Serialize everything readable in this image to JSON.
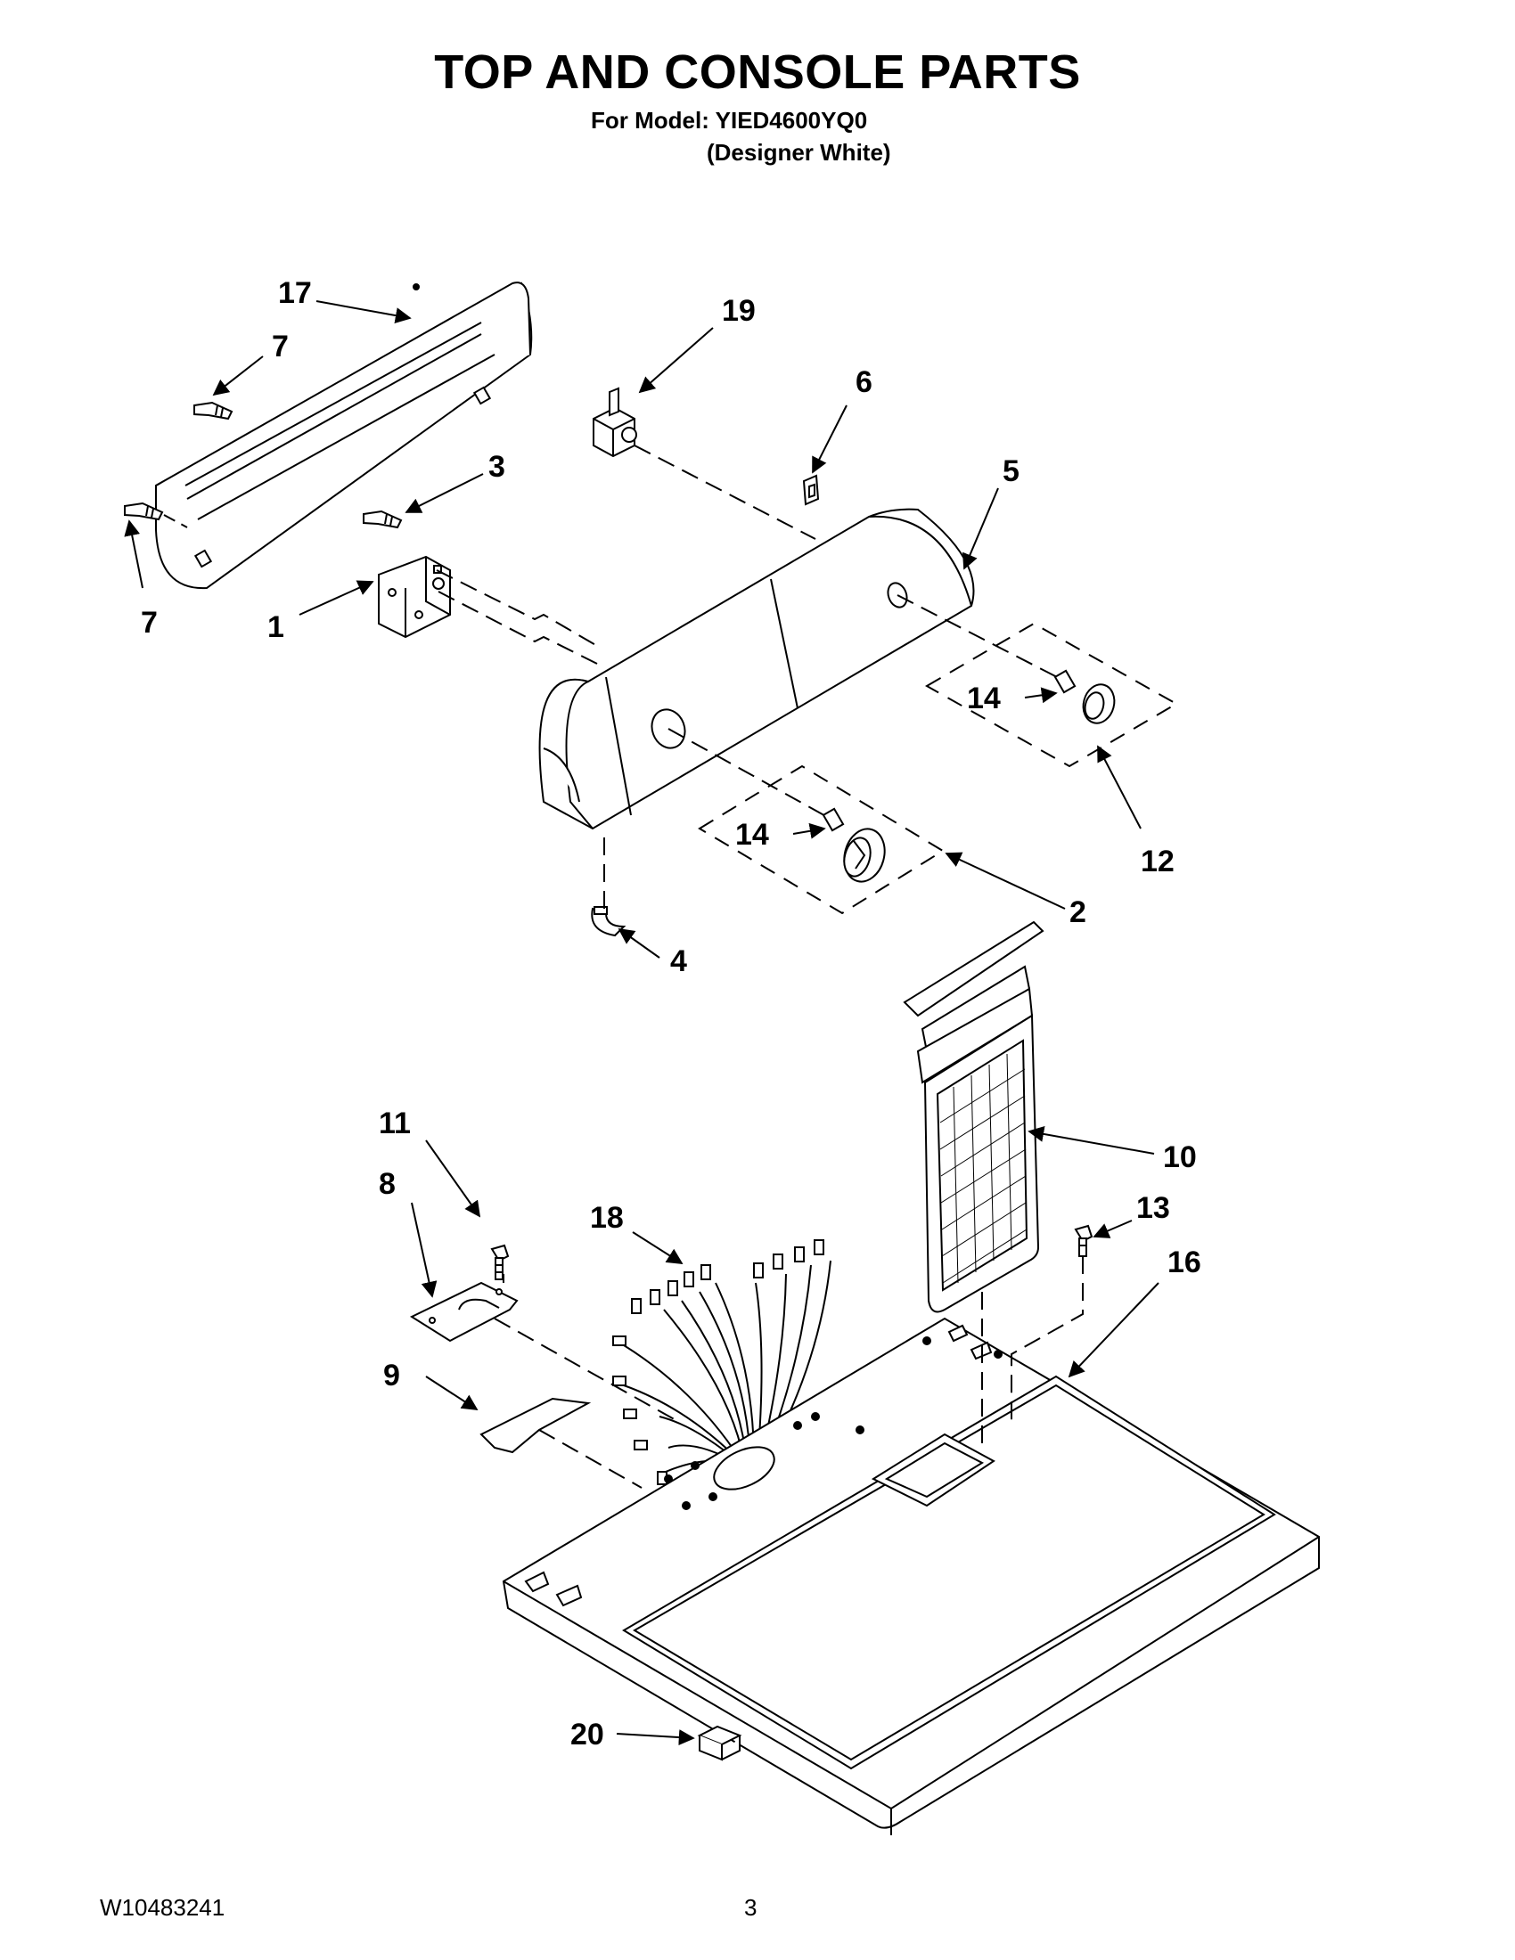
{
  "header": {
    "title": "TOP AND CONSOLE PARTS",
    "model_line": "For Model: YIED4600YQ0",
    "variant_line": "(Designer White)"
  },
  "callouts": {
    "c1": "1",
    "c2": "2",
    "c3": "3",
    "c4": "4",
    "c5": "5",
    "c6": "6",
    "c7a": "7",
    "c7b": "7",
    "c8": "8",
    "c9": "9",
    "c10": "10",
    "c11": "11",
    "c12": "12",
    "c13": "13",
    "c14a": "14",
    "c14b": "14",
    "c16": "16",
    "c17": "17",
    "c18": "18",
    "c19": "19",
    "c20": "20"
  },
  "footer": {
    "doc_number": "W10483241",
    "page_number": "3"
  }
}
